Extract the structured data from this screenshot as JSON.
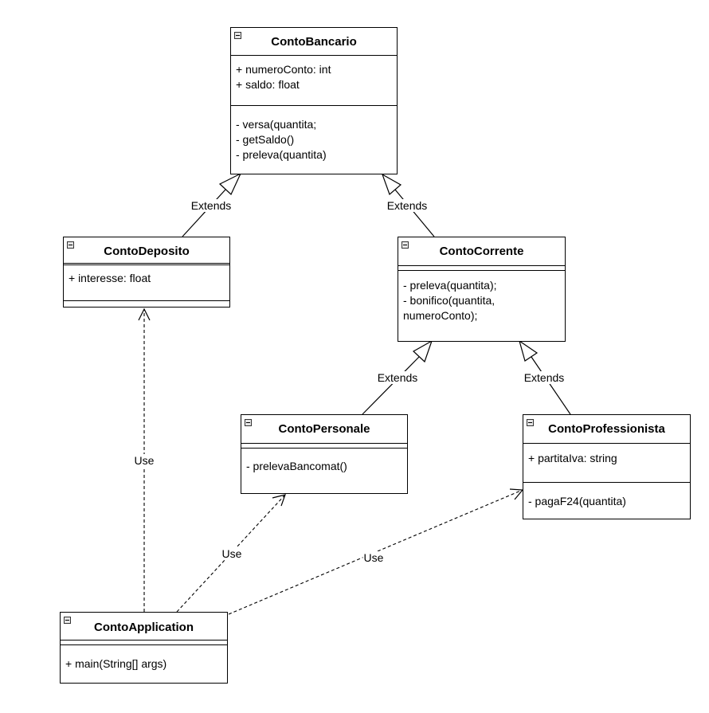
{
  "classes": {
    "conto_bancario": {
      "name": "ContoBancario",
      "attributes": [
        "+ numeroConto: int",
        "+ saldo: float"
      ],
      "methods": [
        "- versa(quantita;",
        "- getSaldo()",
        "- preleva(quantita)"
      ]
    },
    "conto_deposito": {
      "name": "ContoDeposito",
      "attributes": [
        "+ interesse: float"
      ],
      "methods": []
    },
    "conto_corrente": {
      "name": "ContoCorrente",
      "attributes": [],
      "methods": [
        "- preleva(quantita);",
        "- bonifico(quantita,",
        "numeroConto);"
      ]
    },
    "conto_personale": {
      "name": "ContoPersonale",
      "attributes": [],
      "methods": [
        "- prelevaBancomat()"
      ]
    },
    "conto_professionista": {
      "name": "ContoProfessionista",
      "attributes": [
        "+ partitaIva: string"
      ],
      "methods": [
        "- pagaF24(quantita)"
      ]
    },
    "conto_application": {
      "name": "ContoApplication",
      "attributes": [],
      "methods": [
        "+ main(String[] args)"
      ]
    }
  },
  "relations": {
    "deposito_extends_bancario": "Extends",
    "corrente_extends_bancario": "Extends",
    "personale_extends_corrente": "Extends",
    "professionista_extends_corrente": "Extends",
    "application_uses_deposito": "Use",
    "application_uses_personale": "Use",
    "application_uses_professionista": "Use"
  }
}
